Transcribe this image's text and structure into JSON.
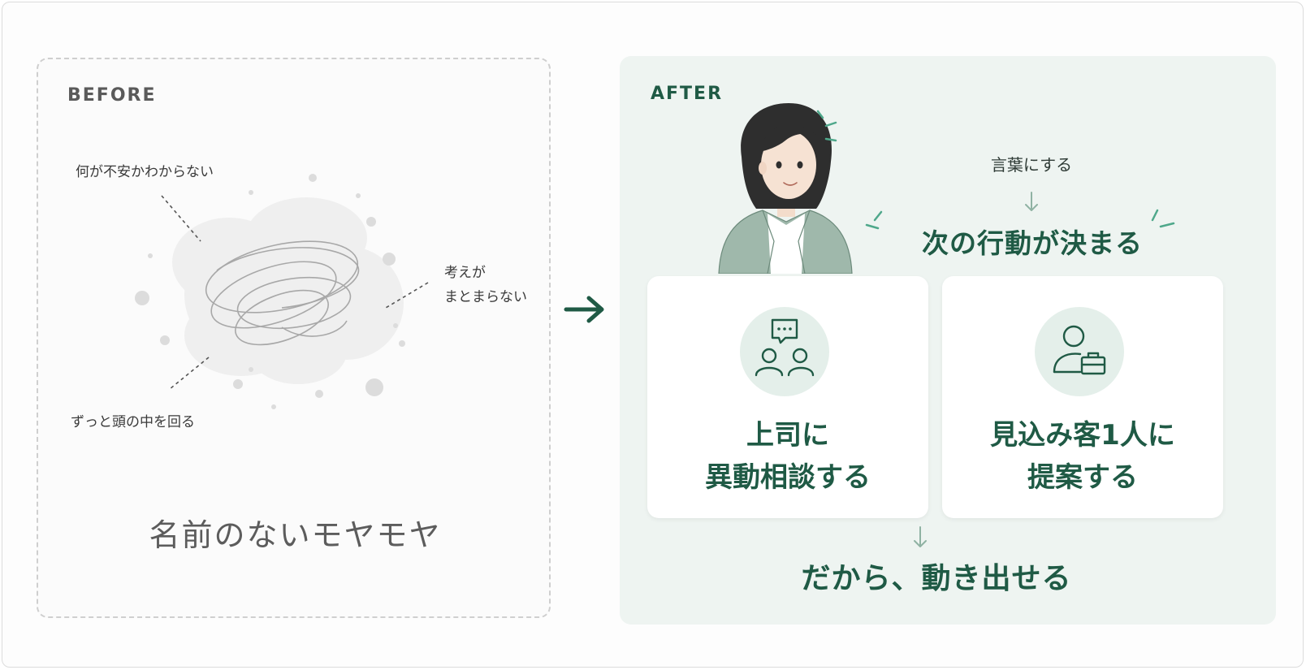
{
  "before": {
    "label": "BEFORE",
    "worries": {
      "w1": "何が不安かわからない",
      "w2_line1": "考えが",
      "w2_line2": "まとまらない",
      "w3": "ずっと頭の中を回る"
    },
    "caption": "名前のないモヤモヤ"
  },
  "after": {
    "label": "AFTER",
    "step_text": "言葉にする",
    "headline": "次の行動が決まる",
    "cards": [
      {
        "icon": "conversation-icon",
        "line1": "上司に",
        "line2": "異動相談する"
      },
      {
        "icon": "client-briefcase-icon",
        "line1": "見込み客1人に",
        "line2": "提案する"
      }
    ],
    "footer": "だから、動き出せる"
  },
  "colors": {
    "accent": "#1f5a45",
    "after_bg": "#eef4f1",
    "icon_bg": "#e4efea",
    "muted": "#5c5c5c"
  }
}
